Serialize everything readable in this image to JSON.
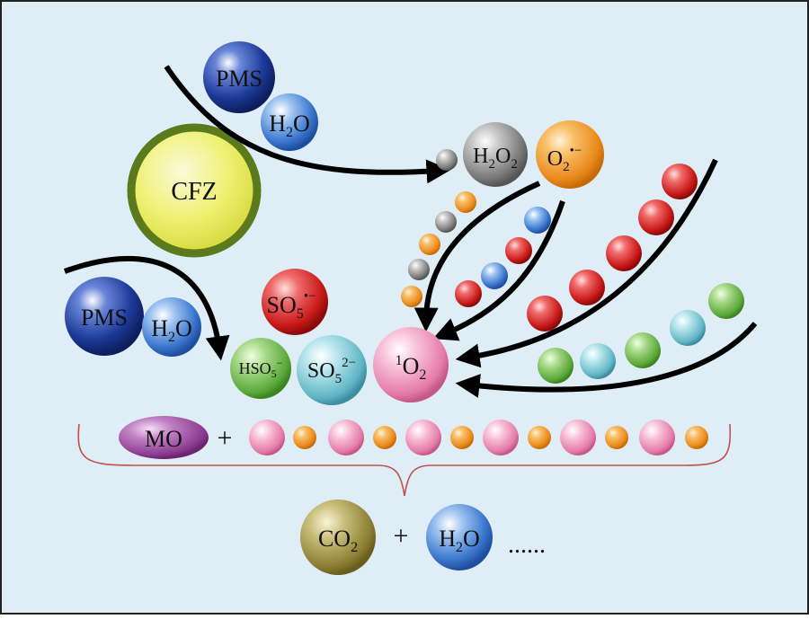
{
  "colors": {
    "background": "#dfeef6",
    "border": "#222222",
    "arrow": "#000000",
    "brace": "#c0504d"
  },
  "labels": {
    "pms_top": "PMS",
    "h2o_top": "H",
    "h2o_top_sub": "2",
    "h2o_top_tail": "O",
    "cfz": "CFZ",
    "h2o2_a": "H",
    "h2o2_b": "2",
    "h2o2_c": "O",
    "h2o2_d": "2",
    "o2rad_a": "O",
    "o2rad_sub": "2",
    "o2rad_sup": "•−",
    "pms_left": "PMS",
    "h2o_left": "H",
    "h2o_left_sub": "2",
    "h2o_left_tail": "O",
    "so5rad_a": "SO",
    "so5rad_sub": "5",
    "so5rad_sup": "•−",
    "hso5_a": "HSO",
    "hso5_sub": "5",
    "hso5_sup": "−",
    "so5_a": "SO",
    "so5_sub": "5",
    "so5_sup": "2−",
    "singlet_sup": "1",
    "singlet_a": "O",
    "singlet_sub": "2",
    "mo": "MO",
    "plus_1": "+",
    "co2_a": "CO",
    "co2_sub": "2",
    "plus_2": "+",
    "h2o_bottom": "H",
    "h2o_bottom_sub": "2",
    "h2o_bottom_tail": "O",
    "ellipsis": "......"
  }
}
